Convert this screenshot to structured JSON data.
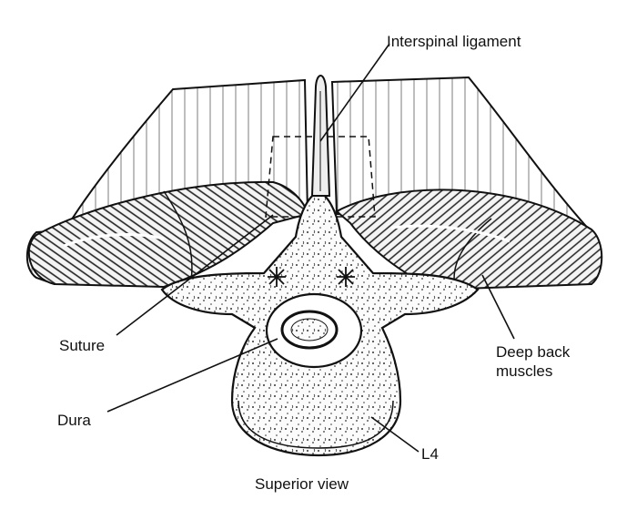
{
  "labels": {
    "interspinal": "Interspinal ligament",
    "suture": "Suture",
    "dura": "Dura",
    "deep_back_line1": "Deep back",
    "deep_back_line2": "muscles",
    "l4": "L4",
    "view": "Superior view"
  },
  "colors": {
    "ink": "#111111",
    "paper": "#ffffff"
  }
}
